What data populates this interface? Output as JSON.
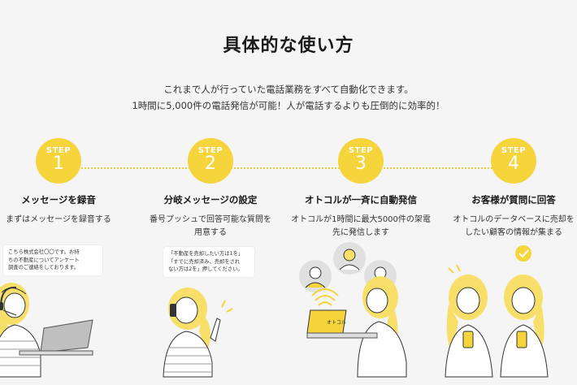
{
  "title": "具体的な使い方",
  "lead": [
    "これまで人が行っていた電話業務をすべて自動化できます。",
    "1時間に5,000件の電話発信が可能！人が電話するよりも圧倒的に効率的！"
  ],
  "accent_color": "#f5d43c",
  "steps": [
    {
      "label": "STEP",
      "num": "1",
      "heading": "メッセージを録音",
      "desc": "まずはメッセージを録音する",
      "bubble": "こちら株式会社〇〇です。お持\nちの不動産についてアンケート\n調査のご連絡をしております。",
      "illustration": "headset-operator-laptop"
    },
    {
      "label": "STEP",
      "num": "2",
      "heading": "分岐メッセージの設定",
      "desc": "番号プッシュで回答可能な質問を\n用意する",
      "bubble": "「不動産を売却したい方は1を」\n「すでに売却済み、売却をされ\nない方は2を」押してください。",
      "illustration": "woman-on-phone"
    },
    {
      "label": "STEP",
      "num": "3",
      "heading": "オトコルが一斉に自動発信",
      "desc": "オトコルが1時間に最大5000件の架電\n先に発信します",
      "laptop_text": "オトコル",
      "illustration": "woman-laptop-calling-customers"
    },
    {
      "label": "STEP",
      "num": "4",
      "heading": "お客様が質問に回答",
      "desc": "オトコルのデータベースに売却を\nしたい顧客の情報が集まる",
      "illustration": "two-women-with-phones"
    }
  ]
}
